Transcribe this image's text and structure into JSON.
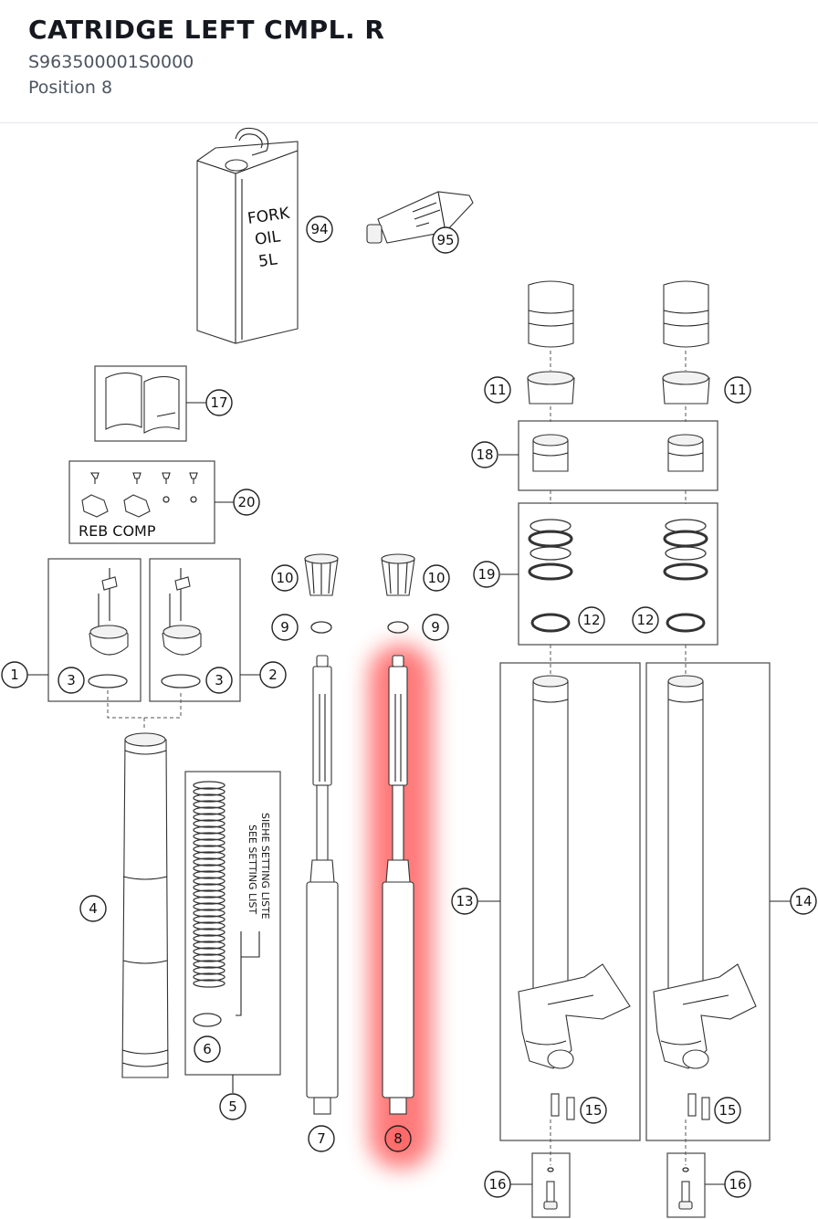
{
  "header": {
    "title": "CATRIDGE LEFT CMPL. R",
    "sku": "S963500001S0000",
    "position": "Position 8"
  },
  "diagram": {
    "highlight_color": "#ff4d4d",
    "highlighted_part": "8",
    "oil_can_text": [
      "FORK",
      "OIL",
      "5L"
    ],
    "kit_text": "REB COMP",
    "spring_note_line1": "SIEHE SETTING LISTE",
    "spring_note_line2": "SEE SETTING LIST",
    "callouts": [
      "94",
      "95",
      "17",
      "20",
      "11",
      "11",
      "18",
      "19",
      "10",
      "10",
      "9",
      "9",
      "12",
      "12",
      "1",
      "2",
      "3",
      "3",
      "4",
      "6",
      "5",
      "7",
      "8",
      "13",
      "14",
      "15",
      "15",
      "16",
      "16"
    ]
  }
}
